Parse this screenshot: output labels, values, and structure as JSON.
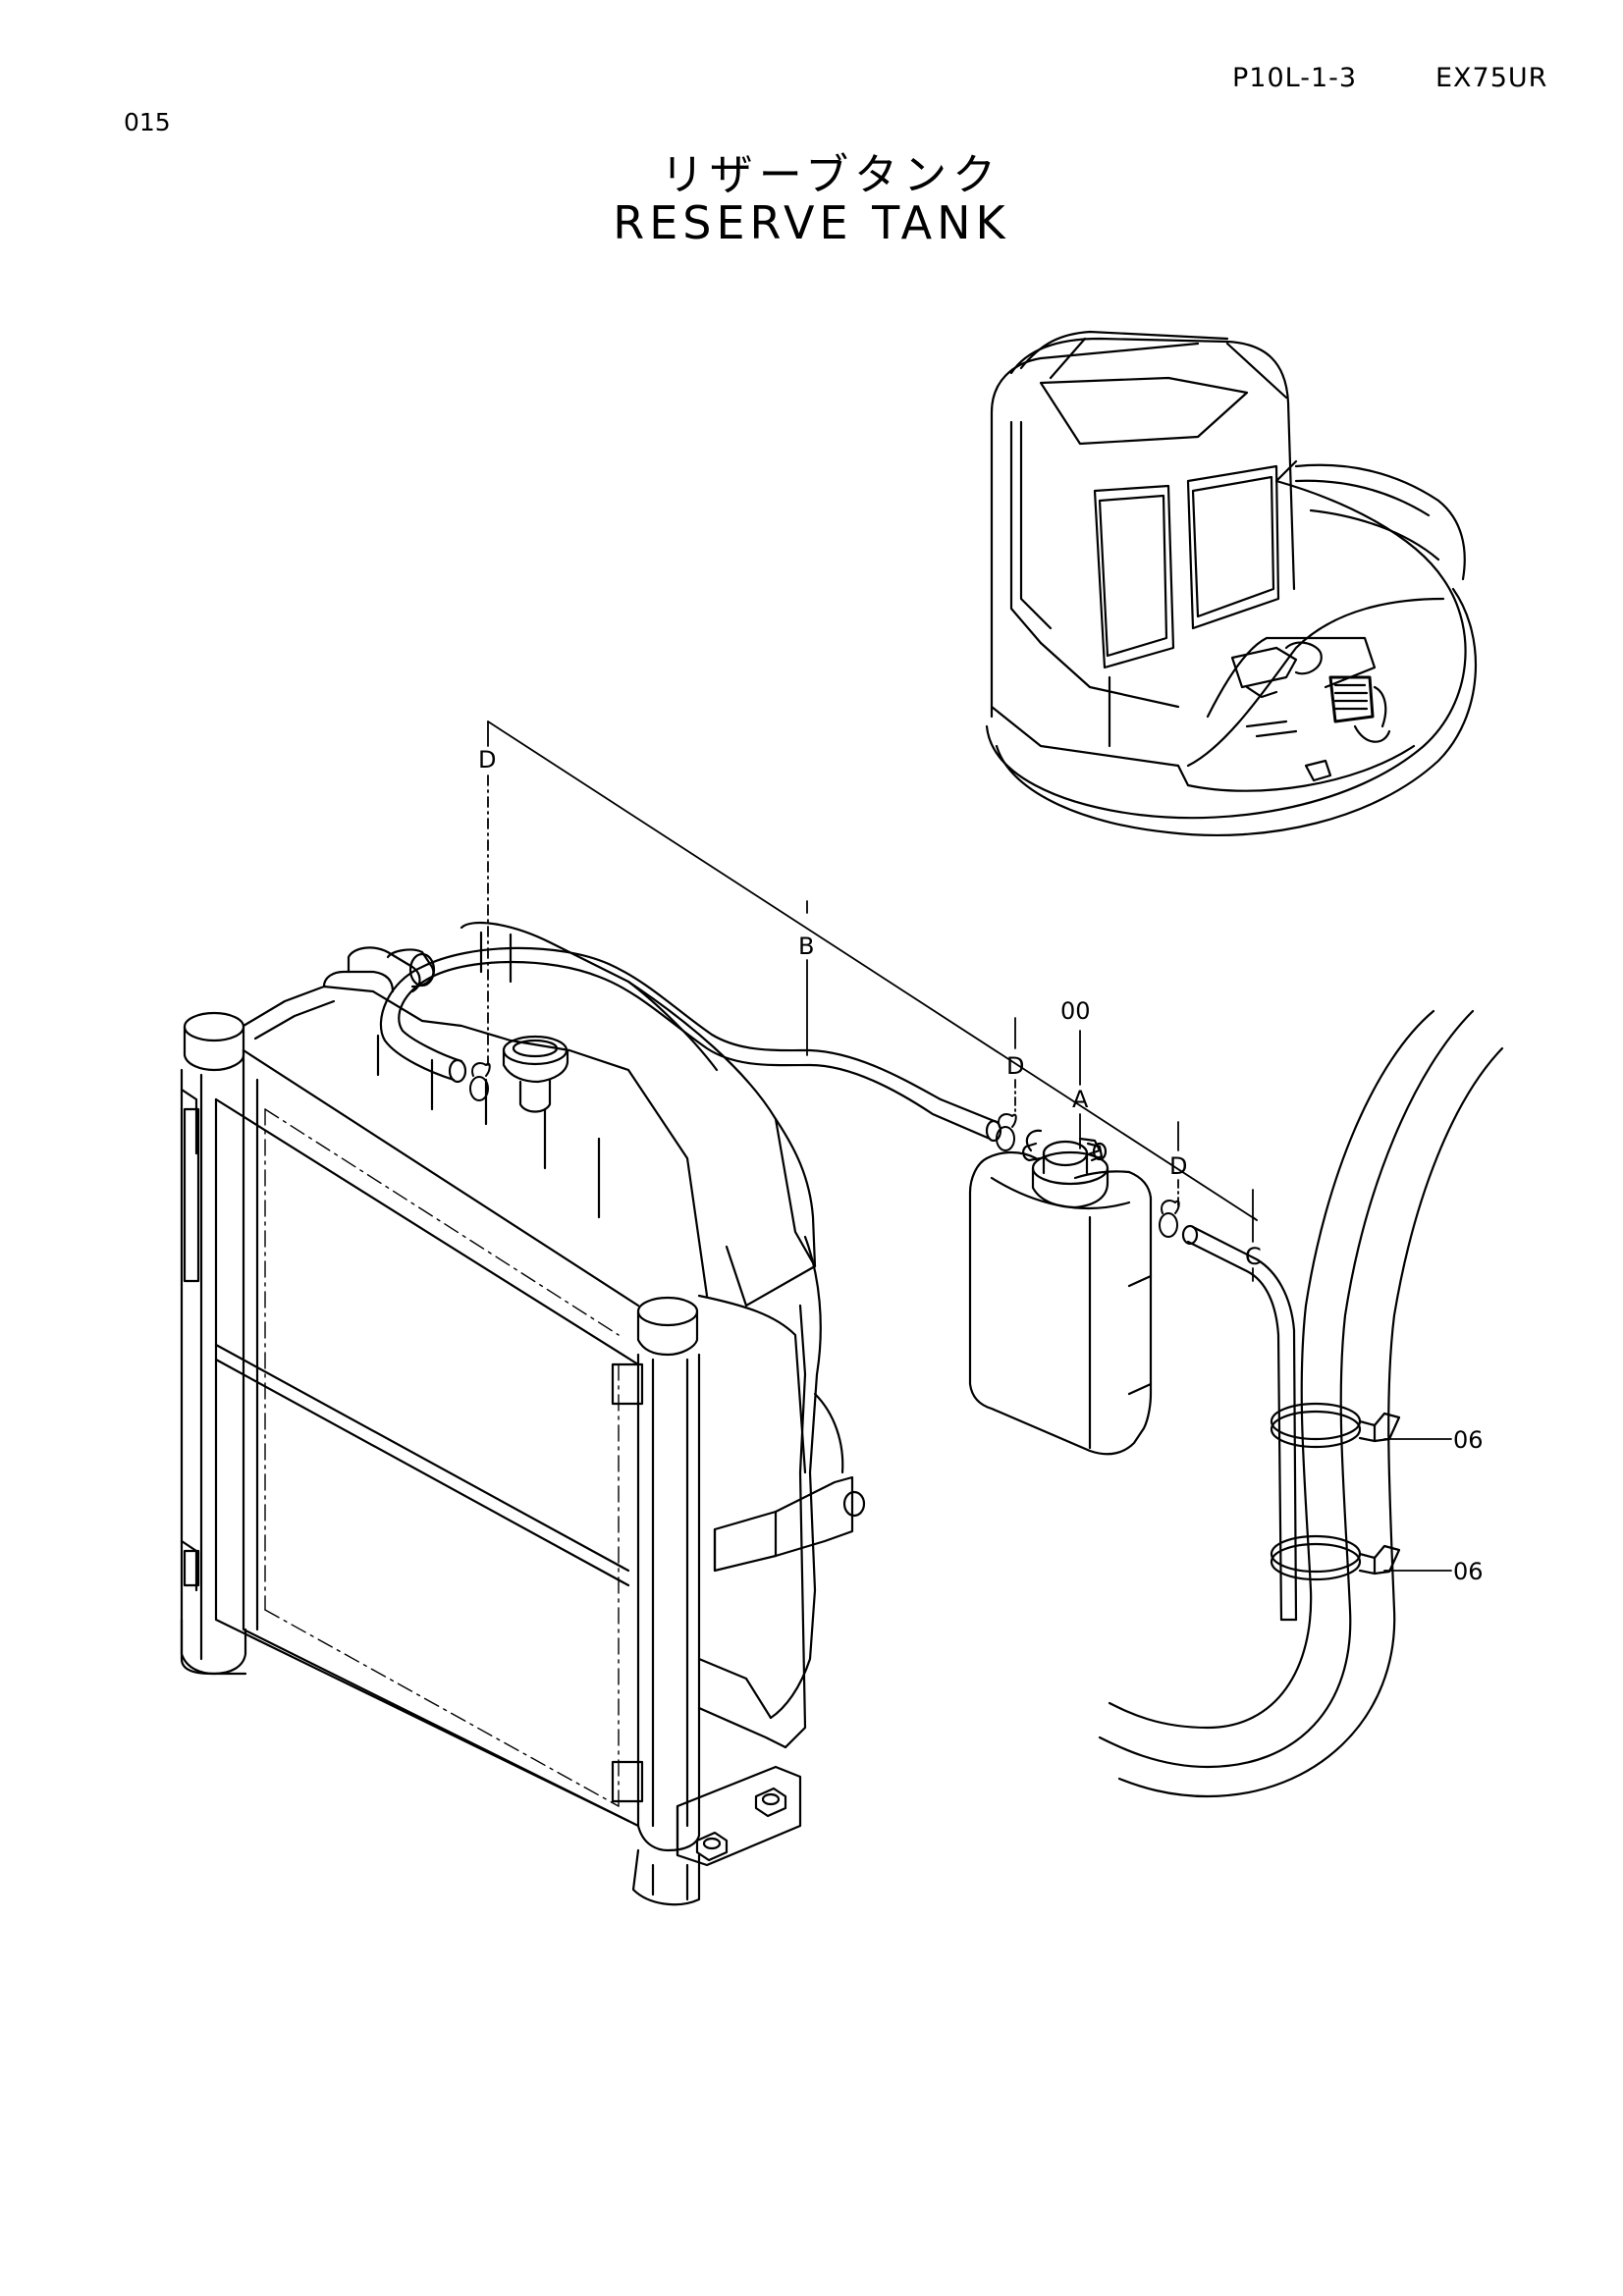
{
  "header": {
    "page_number": "015",
    "doc_code": "P10L-1-3",
    "model": "EX75UR"
  },
  "title": {
    "japanese": "リザーブタンク",
    "english": "RESERVE TANK"
  },
  "callouts": {
    "assembly": "00",
    "part_a": "A",
    "hose_b": "B",
    "hose_c": "C",
    "clamp_d1": "D",
    "clamp_d2": "D",
    "clamp_d3": "D",
    "band_1": "06",
    "band_2": "06"
  },
  "icons": [
    "excavator-overview-icon",
    "radiator-icon",
    "reserve-tank-icon",
    "hose-icon",
    "clamp-icon",
    "band-icon"
  ]
}
